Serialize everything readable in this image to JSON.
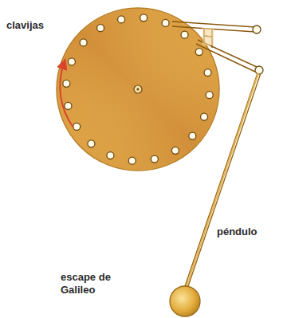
{
  "diagram": {
    "labels": [
      "clavijas",
      "péndulo",
      "escape de Galileo"
    ]
  }
}
